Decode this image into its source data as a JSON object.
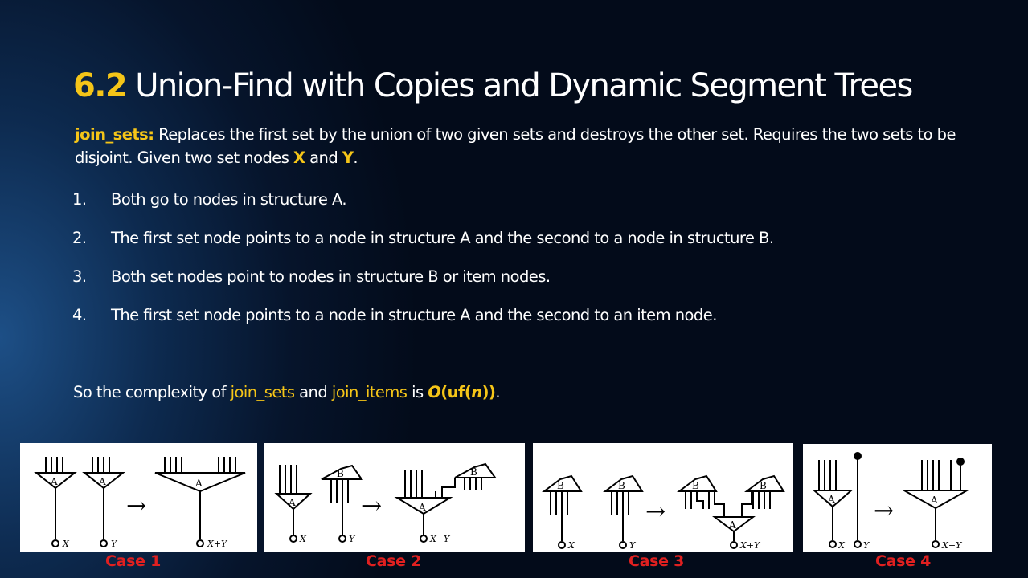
{
  "title": {
    "number": "6.2",
    "text": "Union-Find with Copies and Dynamic Segment Trees"
  },
  "intro": {
    "term": "join_sets:",
    "text1": " Replaces the first set by the union of two given sets and destroys the other set. Requires the two sets to be disjoint. Given two set nodes ",
    "x": "X",
    "and": " and ",
    "y": "Y",
    "end": "."
  },
  "cases": [
    {
      "num": "1.",
      "text": "Both go to nodes in structure A."
    },
    {
      "num": "2.",
      "text": "The first set node points to a node in structure A and the second to a node in structure B."
    },
    {
      "num": "3.",
      "text": "Both set nodes point to nodes in structure B or item nodes."
    },
    {
      "num": "4.",
      "text": "The first set node points to a node in structure A and the second to an item node."
    }
  ],
  "summary": {
    "pre": "So the complexity of ",
    "f1": "join_sets",
    "and": " and ",
    "f2": "join_items",
    "is": " is ",
    "o": "O",
    "open": "(uf(",
    "n": "n",
    "close": "))",
    "end": "."
  },
  "figures": {
    "labels": {
      "a": "A",
      "b": "B",
      "x": "X",
      "y": "Y",
      "xy": "X+Y",
      "arrow": "→"
    },
    "captions": [
      "Case 1",
      "Case 2",
      "Case 3",
      "Case 4"
    ]
  },
  "colors": {
    "accent": "#f5c518",
    "caption": "#e02020"
  }
}
